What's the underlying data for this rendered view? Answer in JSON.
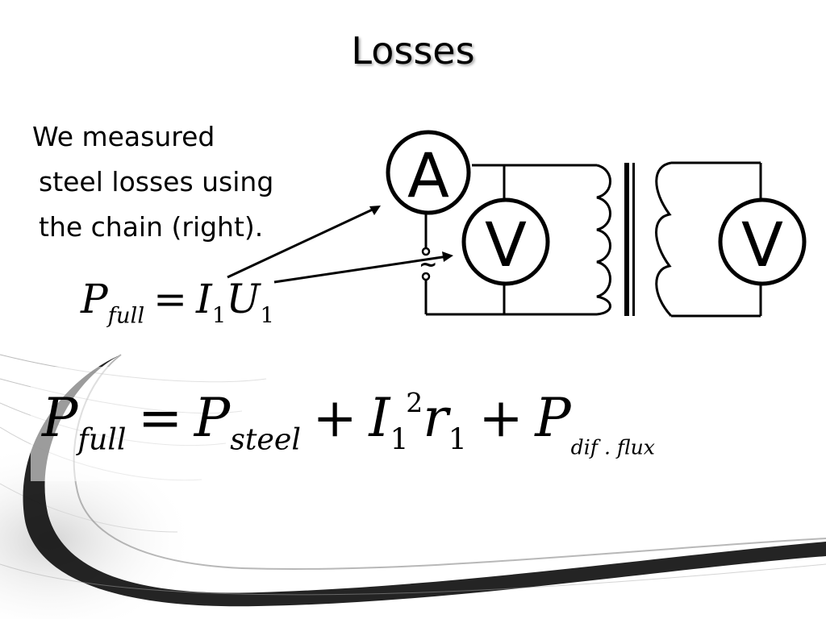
{
  "slide": {
    "title": "Losses",
    "body_lines": [
      "We measured",
      "steel losses using",
      "the chain (right)."
    ]
  },
  "diagram": {
    "ammeter_label": "A",
    "voltmeter_primary_label": "V",
    "voltmeter_secondary_label": "V",
    "ac_source_symbol": "~"
  },
  "equation_1": {
    "lhs_symbol": "P",
    "lhs_subscript": "full",
    "equals": "=",
    "current_symbol": "I",
    "current_subscript": "1",
    "voltage_symbol": "U",
    "voltage_subscript": "1"
  },
  "equation_2": {
    "lhs_symbol": "P",
    "lhs_subscript": "full",
    "equals": "=",
    "steel_symbol": "P",
    "steel_subscript": "steel",
    "plus_1": "+",
    "current_symbol": "I",
    "current_subscript": "1",
    "current_exponent": "2",
    "resistance_symbol": "r",
    "resistance_subscript": "1",
    "plus_2": "+",
    "flux_symbol": "P",
    "flux_subscript": "dif . flux"
  }
}
